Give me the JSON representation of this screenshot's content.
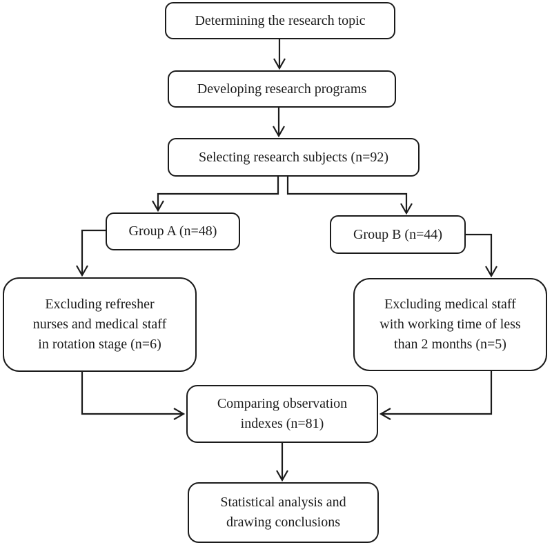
{
  "colors": {
    "line": "#1b1b1b",
    "box_fill": "#ffffff",
    "text": "#1b1b1b",
    "background": "#ffffff"
  },
  "nodes": {
    "determining": {
      "label": "Determining the research topic"
    },
    "developing": {
      "label": "Developing research programs"
    },
    "selecting": {
      "label": "Selecting research subjects (n=92)"
    },
    "group_a": {
      "label": "Group A (n=48)"
    },
    "group_b": {
      "label": "Group B (n=44)"
    },
    "exclude_a": {
      "label": "Excluding refresher nurses and medical staff in rotation stage (n=6)",
      "lines": [
        "Excluding refresher",
        "nurses and medical staff",
        "in rotation stage (n=6)"
      ]
    },
    "exclude_b": {
      "label": "Excluding medical staff with working time of less than 2 months (n=5)",
      "lines": [
        "Excluding medical staff",
        "with working time of less",
        "than 2 months (n=5)"
      ]
    },
    "comparing": {
      "label": "Comparing observation indexes (n=81)",
      "lines": [
        "Comparing observation",
        "indexes (n=81)"
      ]
    },
    "statistical": {
      "label": "Statistical analysis and drawing conclusions",
      "lines": [
        "Statistical analysis and",
        "drawing conclusions"
      ]
    }
  },
  "edges": [
    {
      "from": "determining",
      "to": "developing"
    },
    {
      "from": "developing",
      "to": "selecting"
    },
    {
      "from": "selecting",
      "to": "group_a"
    },
    {
      "from": "selecting",
      "to": "group_b"
    },
    {
      "from": "group_a",
      "to": "exclude_a"
    },
    {
      "from": "group_b",
      "to": "exclude_b"
    },
    {
      "from": "exclude_a",
      "to": "comparing"
    },
    {
      "from": "exclude_b",
      "to": "comparing"
    },
    {
      "from": "comparing",
      "to": "statistical"
    }
  ]
}
